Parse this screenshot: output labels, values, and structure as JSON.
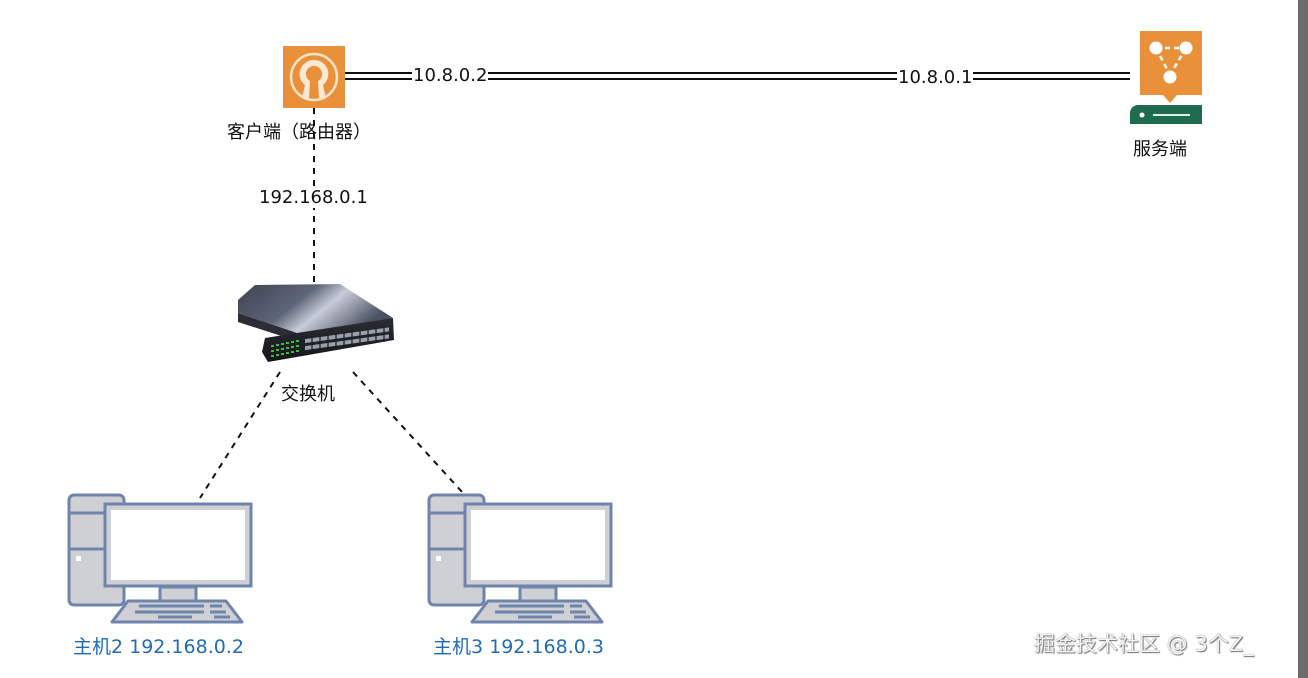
{
  "diagram": {
    "title": "",
    "nodes": {
      "client": {
        "label": "客户端（路由器）",
        "icon": "openvpn-keyhole-icon",
        "color": "#e8903a"
      },
      "server": {
        "label": "服务端",
        "icon": "vpn-server-network-icon",
        "color": "#e8903a",
        "base_color": "#1f6b4e"
      },
      "switch": {
        "label": "交换机",
        "icon": "network-switch-icon"
      },
      "host2": {
        "label": "主机2 192.168.0.2",
        "icon": "desktop-computer-icon"
      },
      "host3": {
        "label": "主机3 192.168.0.3",
        "icon": "desktop-computer-icon"
      }
    },
    "edges": {
      "tunnel": {
        "style": "double-line",
        "client_end_label": "10.8.0.2",
        "server_end_label": "10.8.0.1"
      },
      "client_to_switch": {
        "style": "dashed",
        "label": "192.168.0.1"
      },
      "switch_to_host2": {
        "style": "dashed"
      },
      "switch_to_host3": {
        "style": "dashed"
      }
    },
    "host_label_color": "#1f6bb8"
  },
  "watermark": {
    "text": "掘金技术社区 @ 3个Z_"
  }
}
